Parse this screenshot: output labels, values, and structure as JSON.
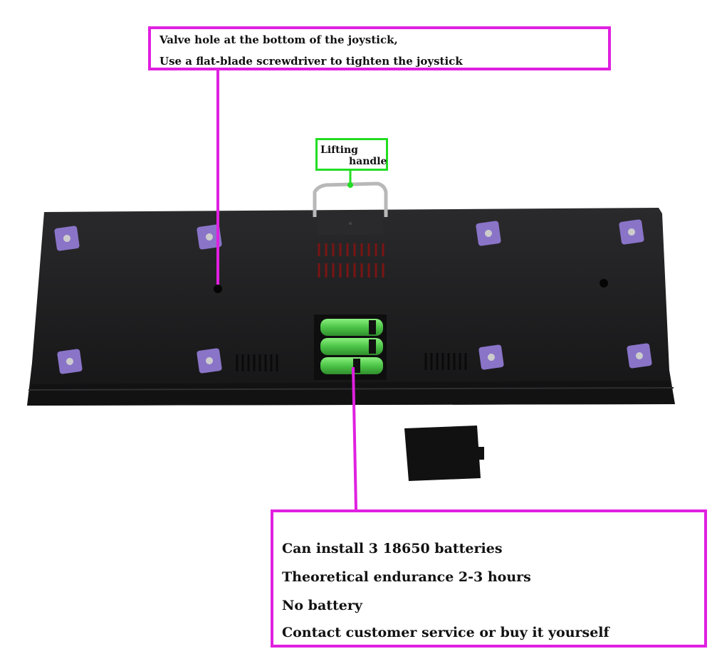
{
  "callouts": {
    "valve_hole": {
      "line1": "Valve hole at the bottom of the joystick,",
      "line2": "Use a flat-blade screwdriver to tighten the joystick"
    },
    "lifting_handle": {
      "line1": "Lifting",
      "line2": "handle"
    },
    "battery": {
      "line1": "Can install 3 18650 batteries",
      "line2": "Theoretical endurance 2-3 hours",
      "line3": "No battery",
      "line4": "Contact customer service or buy it yourself"
    }
  },
  "colors": {
    "magenta_callout": "#e020e0",
    "green_callout": "#22dd22",
    "device_body": "#1c1c1e",
    "foot_pad": "#8a74c8",
    "battery_green": "#5fd35a",
    "vent_red": "#7a1414"
  }
}
